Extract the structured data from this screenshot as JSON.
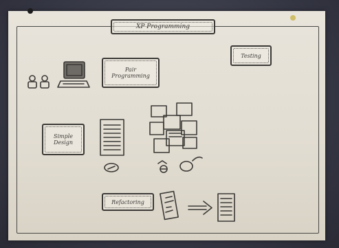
{
  "photo": {
    "title": "XP Programming",
    "labels": {
      "pair": "Pair Programming",
      "testing": "Testing",
      "simple": "Simple Design",
      "refactor": "Refactoring"
    },
    "colors": {
      "paper": "#e6e2d8",
      "ink": "#3b3936",
      "background": "#3e3f4a",
      "pin_dark": "#1c1c1c",
      "pin_yellow": "#c9b34a"
    },
    "icons": [
      "people-icon",
      "computer-icon",
      "document-icon",
      "sticky-notes-icon",
      "arrow-right-icon"
    ]
  }
}
